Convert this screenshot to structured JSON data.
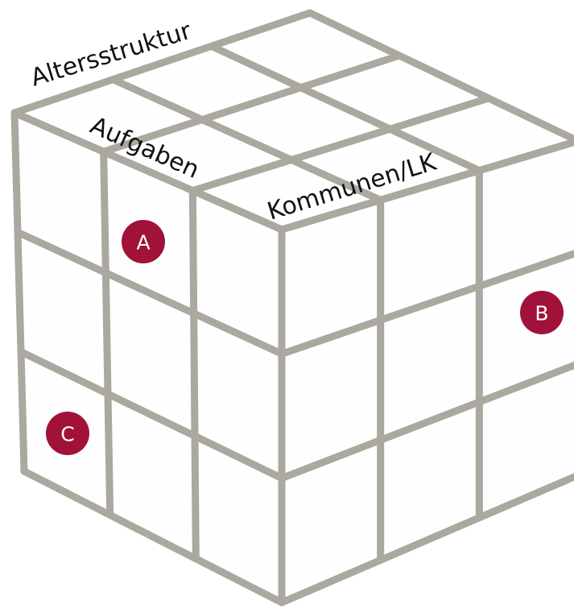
{
  "diagram": {
    "axis_labels": {
      "top_left_edge": "Altersstruktur",
      "top_inner_left": "Aufgaben",
      "top_inner_right": "Kommunen/LK"
    },
    "markers": {
      "a": "A",
      "b": "B",
      "c": "C"
    },
    "colors": {
      "grid": "#aba89f",
      "marker": "#a0123a",
      "marker_text": "#ffffff",
      "label_text": "#111111"
    }
  }
}
